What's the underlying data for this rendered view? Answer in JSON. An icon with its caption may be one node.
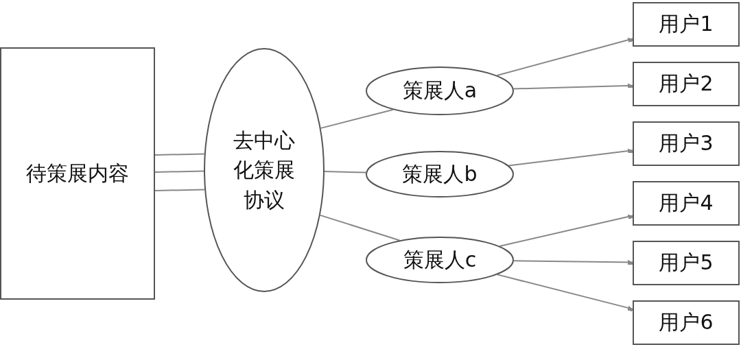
{
  "diagram": {
    "nodes": [
      {
        "text": [
          "待策展内容"
        ]
      },
      {
        "text": [
          "去中心化策展协议"
        ]
      },
      {
        "text": [
          "策展人a"
        ]
      },
      {
        "text": [
          "策展人b"
        ]
      },
      {
        "text": [
          "策展人c"
        ]
      },
      {
        "text": [
          "用户1"
        ]
      },
      {
        "text": [
          "用户2"
        ]
      },
      {
        "text": [
          "用户3"
        ]
      },
      {
        "text": [
          "用户4"
        ]
      },
      {
        "text": [
          "用户5"
        ]
      },
      {
        "text": [
          "用户6"
        ]
      }
    ],
    "edges": [
      {
        "from": 0,
        "to": 1,
        "arrow": "none"
      },
      {
        "from": 0,
        "to": 1,
        "arrow": "none"
      },
      {
        "from": 0,
        "to": 1,
        "arrow": "none"
      },
      {
        "from": 1,
        "to": 2,
        "arrow": "none"
      },
      {
        "from": 1,
        "to": 3,
        "arrow": "none"
      },
      {
        "from": 1,
        "to": 4,
        "arrow": "none"
      },
      {
        "from": 2,
        "to": 5,
        "arrow": "to"
      },
      {
        "from": 2,
        "to": 6,
        "arrow": "to"
      },
      {
        "from": 3,
        "to": 7,
        "arrow": "to"
      },
      {
        "from": 4,
        "to": 8,
        "arrow": "to"
      },
      {
        "from": 4,
        "to": 9,
        "arrow": "to"
      },
      {
        "from": 4,
        "to": 10,
        "arrow": "to"
      }
    ]
  }
}
